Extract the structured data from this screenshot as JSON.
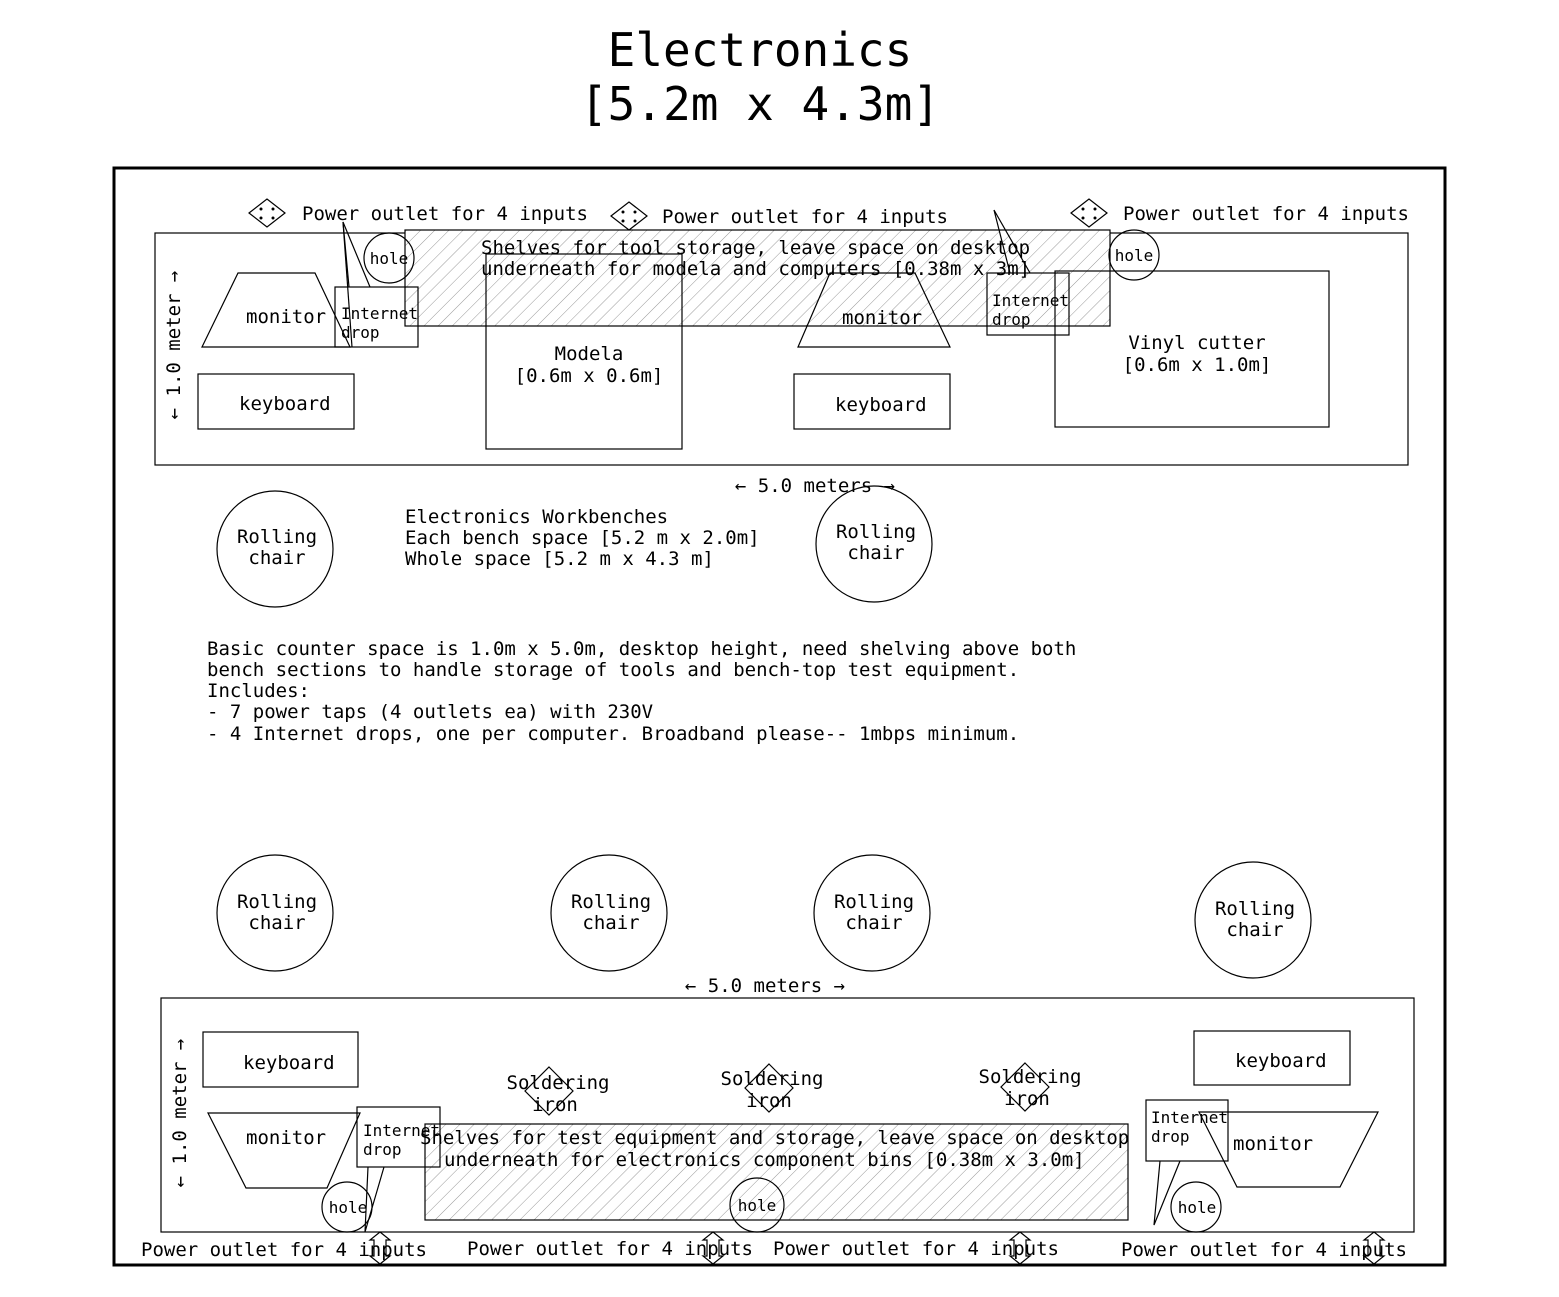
{
  "title": {
    "line1": "Electronics",
    "line2": "[5.2m x 4.3m]"
  },
  "top_bench": {
    "outlets": [
      "Power outlet for 4 inputs",
      "Power outlet for 4 inputs",
      "Power outlet for 4 inputs"
    ],
    "shelf": {
      "line1": "Shelves for tool storage,  leave space on desktop",
      "line2": "underneath for modela and computers [0.38m x 3m]"
    },
    "hole": "hole",
    "monitor": "monitor",
    "keyboard": "keyboard",
    "internet_drop": {
      "line1": "Internet",
      "line2": "drop"
    },
    "modela": {
      "line1": "Modela",
      "line2": "[0.6m x 0.6m]"
    },
    "vinyl_cutter": {
      "line1": "Vinyl cutter",
      "line2": "[0.6m x 1.0m]"
    },
    "depth": "← 1.0 meter →",
    "width": "← 5.0 meters →"
  },
  "chair": {
    "line1": "Rolling",
    "line2": "chair"
  },
  "workbench_info": [
    "Electronics Workbenches",
    "Each bench space [5.2 m x 2.0m]",
    "Whole space [5.2 m x 4.3 m]"
  ],
  "notes": [
    "Basic counter space is 1.0m x 5.0m, desktop height, need shelving above both",
    "bench sections to handle storage of tools and bench-top test equipment.",
    "Includes:",
    "- 7 power taps (4 outlets  ea) with 230V",
    "- 4 Internet drops, one per computer.  Broadband please-- 1mbps minimum."
  ],
  "bottom_bench": {
    "width": "← 5.0 meters →",
    "depth": "← 1.0 meter →",
    "keyboard": "keyboard",
    "monitor": "monitor",
    "internet_drop": {
      "line1": "Internet",
      "line2": "drop"
    },
    "shelf": {
      "line1": "Shelves for test equipment and storage,  leave space on desktop",
      "line2": "underneath for electronics component bins  [0.38m x 3.0m]"
    },
    "soldering_iron": {
      "line1": "Soldering",
      "line2": "iron"
    },
    "hole": "hole",
    "outlets": [
      "Power outlet for 4 inputs",
      "Power outlet for 4 inputs",
      "Power outlet for 4 inputs",
      "Power outlet for 4 inputs"
    ]
  }
}
